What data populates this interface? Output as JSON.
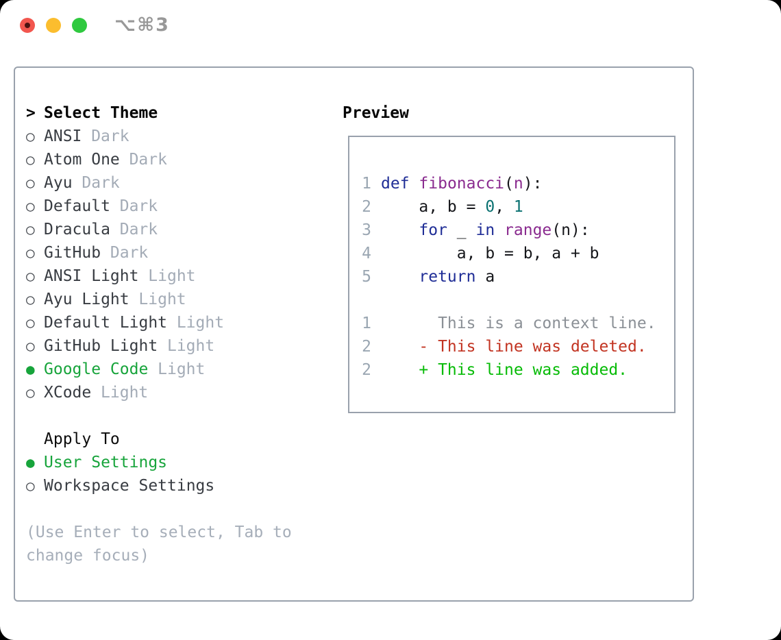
{
  "colors": {
    "accent_green": "#17a43b",
    "keyword": "#1f2d96",
    "function": "#8a2b8f",
    "number": "#0a7171",
    "code_text": "#15161a",
    "line_number": "#9aa6b2",
    "context_gray": "#8b9096",
    "diff_red": "#c23422",
    "diff_green": "#06bb06",
    "tag_gray": "#a3abb6",
    "item_text": "#383c42",
    "hint_gray": "#a6aeb9",
    "border_gray": "#99a1ac",
    "traffic_red": "#f2564e",
    "traffic_yellow": "#fbbd2e",
    "traffic_green": "#2fc93f",
    "title_gray": "#989898"
  },
  "titlebar": {
    "shortcut": "⌥⌘3"
  },
  "theme_panel": {
    "header": {
      "cursor": ">",
      "label": "Select Theme"
    },
    "items": [
      {
        "marker": "○",
        "name": "ANSI",
        "tag": "Dark",
        "selected": false
      },
      {
        "marker": "○",
        "name": "Atom One",
        "tag": "Dark",
        "selected": false
      },
      {
        "marker": "○",
        "name": "Ayu",
        "tag": "Dark",
        "selected": false
      },
      {
        "marker": "○",
        "name": "Default",
        "tag": "Dark",
        "selected": false
      },
      {
        "marker": "○",
        "name": "Dracula",
        "tag": "Dark",
        "selected": false
      },
      {
        "marker": "○",
        "name": "GitHub",
        "tag": "Dark",
        "selected": false
      },
      {
        "marker": "○",
        "name": "ANSI Light",
        "tag": "Light",
        "selected": false
      },
      {
        "marker": "○",
        "name": "Ayu Light",
        "tag": "Light",
        "selected": false
      },
      {
        "marker": "○",
        "name": "Default Light",
        "tag": "Light",
        "selected": false
      },
      {
        "marker": "○",
        "name": "GitHub Light",
        "tag": "Light",
        "selected": false
      },
      {
        "marker": "●",
        "name": "Google Code",
        "tag": "Light",
        "selected": true
      },
      {
        "marker": "○",
        "name": "XCode",
        "tag": "Light",
        "selected": false
      }
    ],
    "apply_to": {
      "label": "Apply To",
      "options": [
        {
          "marker": "●",
          "label": "User Settings",
          "selected": true
        },
        {
          "marker": "○",
          "label": "Workspace Settings",
          "selected": false
        }
      ]
    },
    "hint_line1": "(Use Enter to select, Tab to",
    "hint_line2": "change focus)"
  },
  "preview": {
    "header": "Preview",
    "code_lines": [
      {
        "num": "1",
        "tokens": [
          {
            "t": "def",
            "c": "keyword"
          },
          {
            "t": " "
          },
          {
            "t": "fibonacci",
            "c": "function"
          },
          {
            "t": "("
          },
          {
            "t": "n",
            "c": "function"
          },
          {
            "t": "):"
          }
        ]
      },
      {
        "num": "2",
        "tokens": [
          {
            "t": "    a, b = "
          },
          {
            "t": "0",
            "c": "number"
          },
          {
            "t": ", "
          },
          {
            "t": "1",
            "c": "number"
          }
        ]
      },
      {
        "num": "3",
        "tokens": [
          {
            "t": "    "
          },
          {
            "t": "for",
            "c": "keyword"
          },
          {
            "t": " _ "
          },
          {
            "t": "in",
            "c": "keyword"
          },
          {
            "t": " "
          },
          {
            "t": "range",
            "c": "function"
          },
          {
            "t": "(n):"
          }
        ]
      },
      {
        "num": "4",
        "tokens": [
          {
            "t": "        a, b = b, a + b"
          }
        ]
      },
      {
        "num": "5",
        "tokens": [
          {
            "t": "    "
          },
          {
            "t": "return",
            "c": "keyword"
          },
          {
            "t": " a"
          }
        ]
      }
    ],
    "diff_lines": [
      {
        "num": "1",
        "text": "      This is a context line.",
        "kind": "context"
      },
      {
        "num": "2",
        "text": "    - This line was deleted.",
        "kind": "deleted"
      },
      {
        "num": "2",
        "text": "    + This line was added.",
        "kind": "added"
      }
    ]
  }
}
